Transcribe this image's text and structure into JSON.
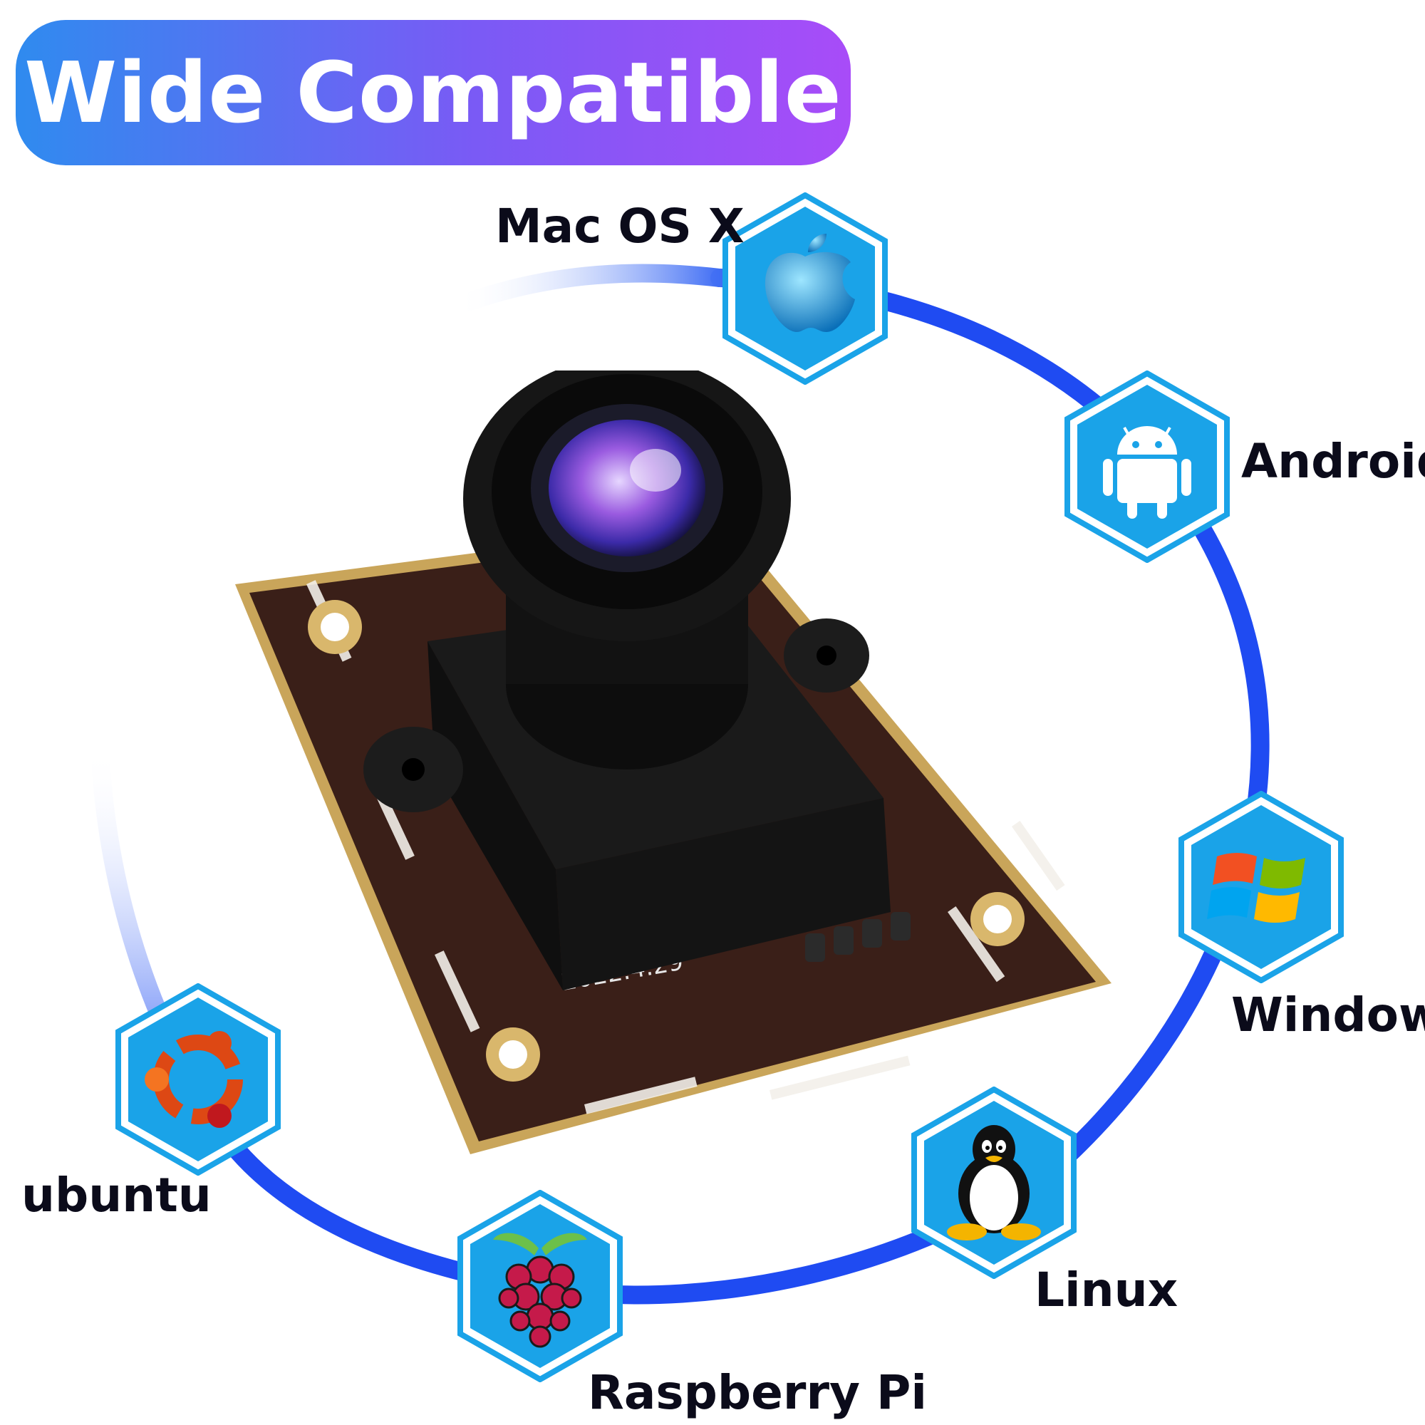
{
  "header": {
    "title": "Wide Compatible"
  },
  "os_list": [
    {
      "key": "mac",
      "label": "Mac OS X",
      "icon": "apple-icon"
    },
    {
      "key": "android",
      "label": "Android",
      "icon": "android-icon"
    },
    {
      "key": "windows",
      "label": "Windows",
      "icon": "windows-icon"
    },
    {
      "key": "linux",
      "label": "Linux",
      "icon": "tux-penguin-icon"
    },
    {
      "key": "raspberry",
      "label": "Raspberry Pi",
      "icon": "raspberry-pi-icon"
    },
    {
      "key": "ubuntu",
      "label": "ubuntu",
      "icon": "ubuntu-icon"
    }
  ],
  "camera": {
    "board_date": "2022.4.29"
  },
  "colors": {
    "ring_blue": "#1f4bf2",
    "badge_blue": "#1aa3e8",
    "title_start": "#2f8bef",
    "title_end": "#a84cf8"
  }
}
